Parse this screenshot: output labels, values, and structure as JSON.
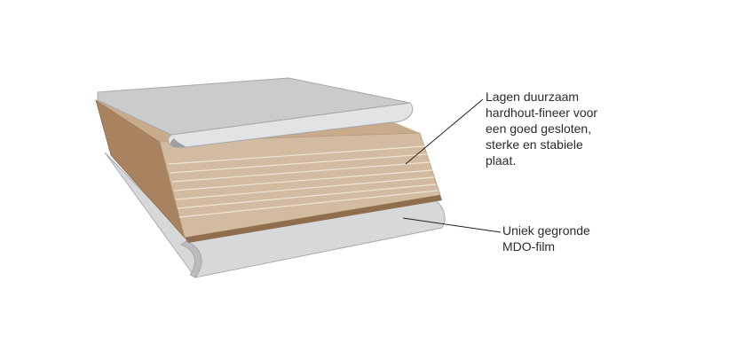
{
  "callouts": {
    "veneer": {
      "lines": [
        "Lagen duurzaam",
        "hardhout-fineer voor",
        "een goed gesloten,",
        "sterke en stabiele",
        "plaat."
      ]
    },
    "film": {
      "lines": [
        "Uniek gegronde",
        "MDO-film"
      ]
    }
  },
  "colors": {
    "background": "#ffffff",
    "film": "#d4d6d8",
    "film_edge": "#a7a9ab",
    "wood_front": "#d2b99f",
    "wood_side": "#a57f5a",
    "wood_top": "#c9ad8d",
    "line": "#222222"
  }
}
